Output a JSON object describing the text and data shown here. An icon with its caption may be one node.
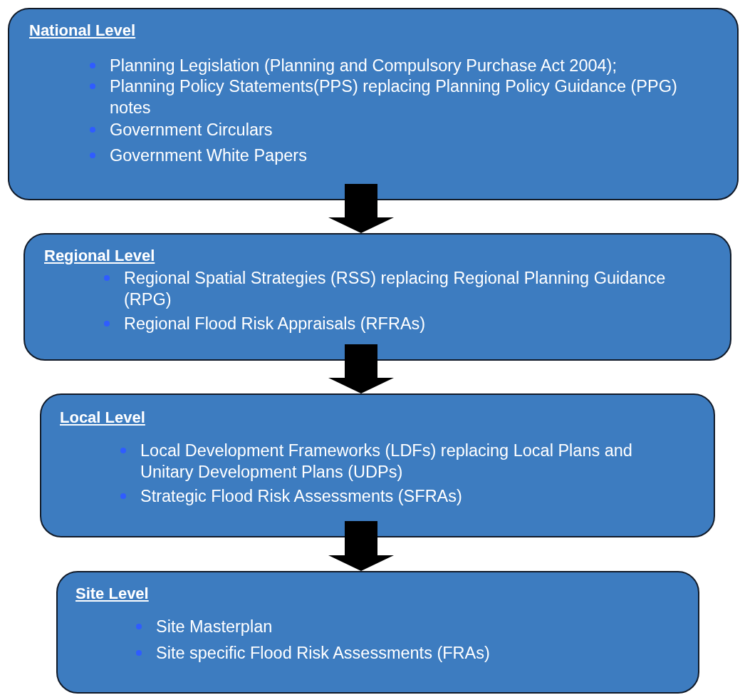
{
  "diagram": {
    "nodes": [
      {
        "text": [
          "National Level",
          "Planning Legislation (Planning and Compulsory Purchase Act 2004);",
          "Planning Policy Statements(PPS) replacing Planning Policy Guidance (PPG) notes",
          "Government Circulars",
          "Government White Papers"
        ]
      },
      {
        "text": [
          "Regional Level",
          "Regional Spatial Strategies (RSS) replacing Regional Planning Guidance (RPG)",
          "Regional Flood Risk Appraisals (RFRAs)"
        ]
      },
      {
        "text": [
          "Local Level",
          "Local Development Frameworks (LDFs) replacing Local Plans and Unitary Development Plans (UDPs)",
          "Strategic Flood Risk Assessments (SFRAs)"
        ]
      },
      {
        "text": [
          "Site Level",
          "Site Masterplan",
          "Site specific Flood Risk Assessments (FRAs)"
        ]
      }
    ],
    "edges": [
      {
        "from": 0,
        "to": 1,
        "arrow": "to",
        "style": "thick"
      },
      {
        "from": 1,
        "to": 2,
        "arrow": "to",
        "style": "thick"
      },
      {
        "from": 2,
        "to": 3,
        "arrow": "to",
        "style": "thick"
      }
    ]
  }
}
